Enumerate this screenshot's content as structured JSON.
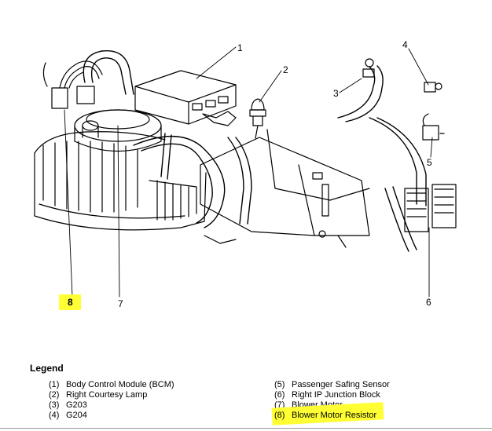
{
  "callouts": {
    "c1": "1",
    "c2": "2",
    "c3": "3",
    "c4": "4",
    "c5": "5",
    "c6": "6",
    "c7": "7",
    "c8": "8"
  },
  "legend": {
    "title": "Legend",
    "items": [
      {
        "num": "(1)",
        "label": "Body Control Module (BCM)"
      },
      {
        "num": "(2)",
        "label": "Right Courtesy Lamp"
      },
      {
        "num": "(3)",
        "label": "G203"
      },
      {
        "num": "(4)",
        "label": "G204"
      },
      {
        "num": "(5)",
        "label": "Passenger Safing Sensor"
      },
      {
        "num": "(6)",
        "label": "Right IP Junction Block"
      },
      {
        "num": "(7)",
        "label": "Blower Motor"
      },
      {
        "num": "(8)",
        "label": "Blower Motor Resistor"
      }
    ]
  },
  "colors": {
    "highlight": "#ffff33",
    "line": "#000000"
  }
}
